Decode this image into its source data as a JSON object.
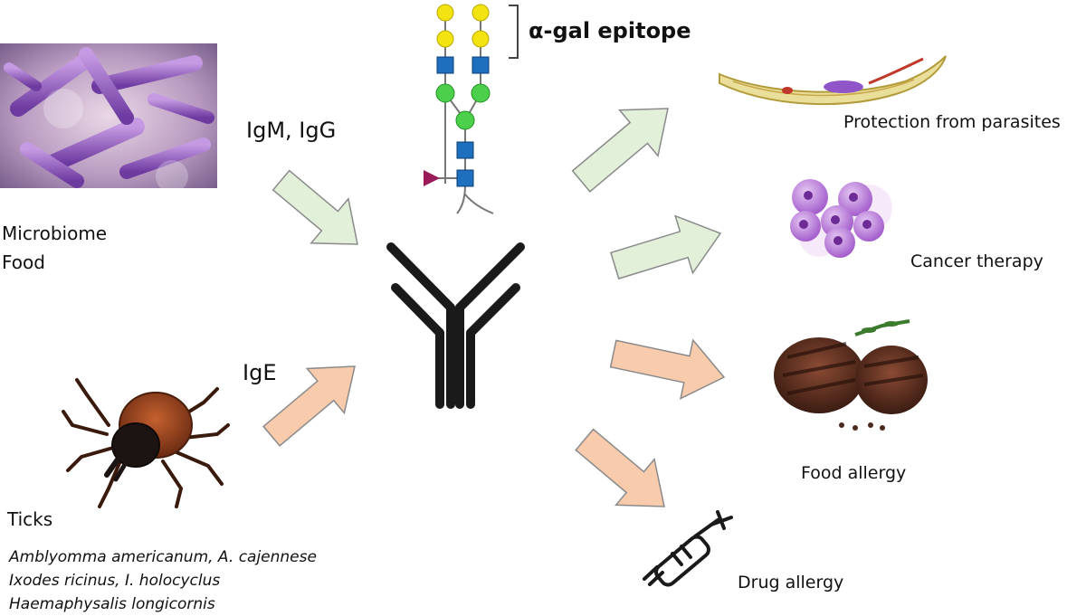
{
  "epitope": {
    "label": "α-gal epitope"
  },
  "sources": {
    "microbiome": {
      "line1": "Microbiome",
      "line2": "Food",
      "antibodies": "IgM, IgG"
    },
    "ticks": {
      "label": "Ticks",
      "antibody": "IgE",
      "species": [
        "Amblyomma americanum, A. cajennese",
        "Ixodes ricinus, I. holocyclus",
        "Haemaphysalis longicornis"
      ]
    }
  },
  "outcomes": {
    "parasites": "Protection from parasites",
    "cancer": "Cancer therapy",
    "food_allergy": "Food allergy",
    "drug_allergy": "Drug allergy"
  },
  "colors": {
    "protective_arrow": "#e2f0d9",
    "allergy_arrow": "#f8cbad",
    "arrow_outline": "#8a8a8a",
    "antibody": "#1a1a1a",
    "galactose": "#f2e311",
    "glcnac": "#1f6fbf",
    "glucose_mannose": "#4cd04c",
    "fucose": "#9b1b58"
  },
  "icons": {
    "microbiome_image": "bacteria-cluster-illustration",
    "tick_image": "tick-illustration",
    "parasite_image": "trypanosome-illustration",
    "cancer_image": "tumor-cell-cluster-illustration",
    "food_image": "grilled-steak-illustration",
    "drug_image": "syringe-icon",
    "antibody_image": "antibody-y-icon"
  }
}
